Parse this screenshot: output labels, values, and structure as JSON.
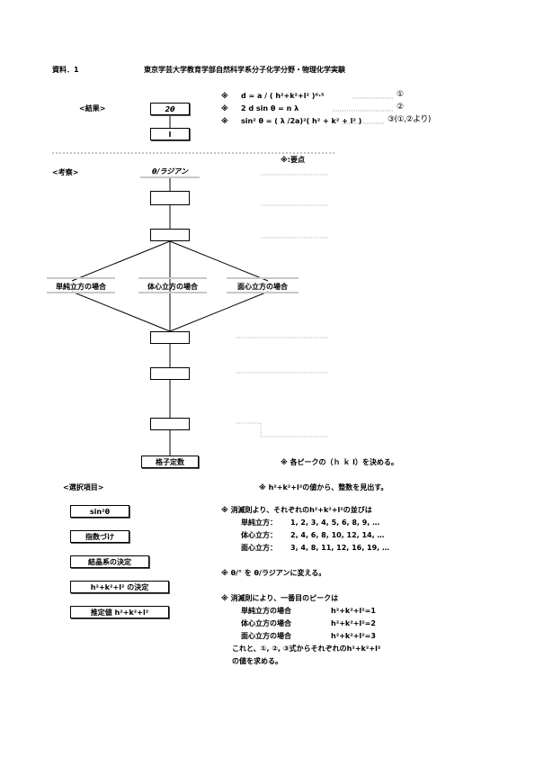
{
  "header": {
    "doc_label": "資料．1",
    "institution": "東京学芸大学教育学部自然科学系分子化学分野・物理化学実験"
  },
  "formulas": [
    {
      "mark": "※",
      "text": "d = a / ( h²+k²+l² )⁰·⁵",
      "ref": "①"
    },
    {
      "mark": "※",
      "text": "2 d sin θ = n λ",
      "ref": "②"
    },
    {
      "mark": "※",
      "text": "sin² θ = ( λ /2a)²( h² + k² + l² )",
      "ref": "③(①,②より)"
    }
  ],
  "result_label": "<結果>",
  "result_boxes": [
    "2θ",
    "I"
  ],
  "key_points_label": "※:要点",
  "discussion_label": "<考察>",
  "flow": {
    "theta_radian": "θ/ラジアン",
    "branches": [
      "単純立方の場合",
      "体心立方の場合",
      "面心立方の場合"
    ],
    "lattice_constant": "格子定数"
  },
  "notes": {
    "peak_hkl": "※ 各ピークの（ｈ ｋ l）を決める。",
    "integer_find": "※ h²+k²+l²の値から、整数を見出す。",
    "extinction_title": "※ 消滅則より、それぞれのh²+k²+l²の並びは",
    "sequences": [
      {
        "label": "単純立方：",
        "values": "1, 2, 3, 4, 5, 6, 8, 9, …"
      },
      {
        "label": "体心立方：",
        "values": "2, 4, 6, 8, 10, 12, 14, …"
      },
      {
        "label": "面心立方：",
        "values": "3, 4, 8, 11, 12, 16, 19, …"
      }
    ],
    "convert": "※ θ/° を θ/ラジアンに変える。",
    "first_peak_title": "※ 消滅則により、一番目のピークは",
    "first_peaks": [
      {
        "label": "単純立方の場合",
        "value": "h²+k²+l²=1"
      },
      {
        "label": "体心立方の場合",
        "value": "h²+k²+l²=2"
      },
      {
        "label": "面心立方の場合",
        "value": "h²+k²+l²=3"
      }
    ],
    "conclusion_1": "これと、①, ②, ③式からそれぞれのh²+k²+l²",
    "conclusion_2": "の値を求める。"
  },
  "selection_label": "<選択項目>",
  "selection_items": [
    "sin²θ",
    "指数づけ",
    "結晶系の決定",
    "h²+k²+l² の決定",
    "推定値 h²+k²+l²"
  ]
}
